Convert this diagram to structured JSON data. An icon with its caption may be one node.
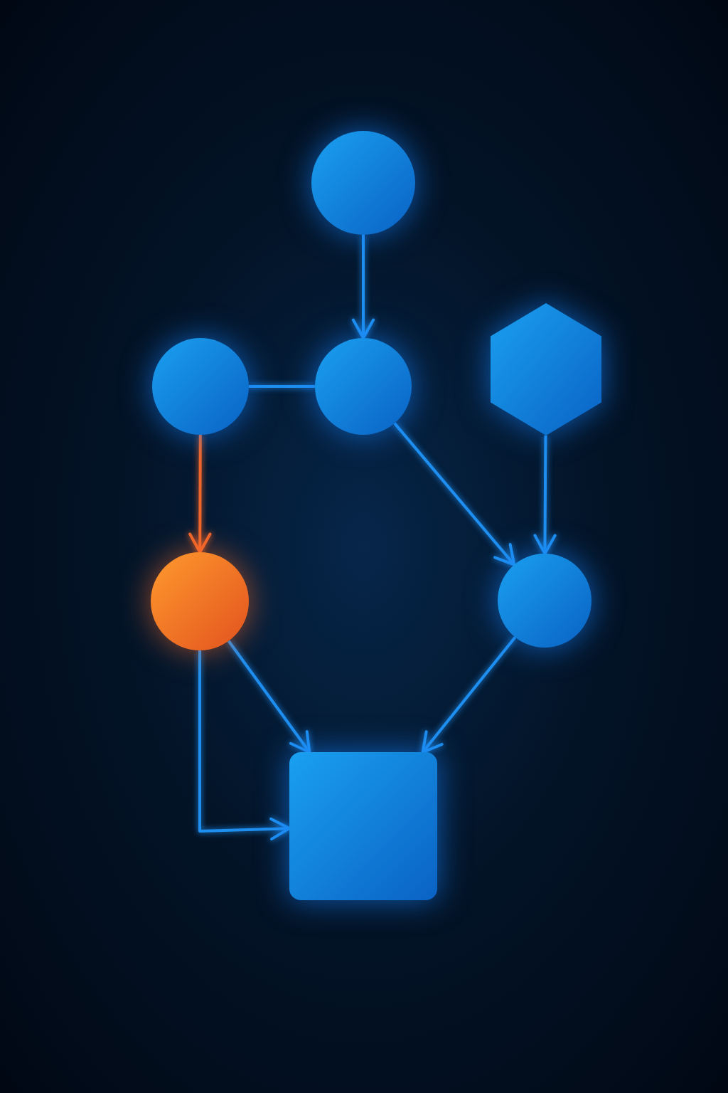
{
  "diagram": {
    "nodes": [
      {
        "text": [],
        "shape": "circle"
      },
      {
        "text": [],
        "shape": "circle"
      },
      {
        "text": [],
        "shape": "circle"
      },
      {
        "text": [],
        "shape": "hexagon"
      },
      {
        "text": [],
        "shape": "circle"
      },
      {
        "text": [],
        "shape": "circle"
      },
      {
        "text": [],
        "shape": "box"
      }
    ],
    "edges": [
      {
        "from": 0,
        "to": 2,
        "arrow": "to"
      },
      {
        "from": 1,
        "to": 2,
        "arrow": "none"
      },
      {
        "from": 1,
        "to": 4,
        "arrow": "to",
        "color": "#f0652a"
      },
      {
        "from": 2,
        "to": 5,
        "arrow": "to"
      },
      {
        "from": 3,
        "to": 5,
        "arrow": "to"
      },
      {
        "from": 4,
        "to": 6,
        "arrow": "to"
      },
      {
        "from": 5,
        "to": 6,
        "arrow": "to"
      },
      {
        "from": 4,
        "to": 6,
        "arrow": "to"
      }
    ]
  }
}
